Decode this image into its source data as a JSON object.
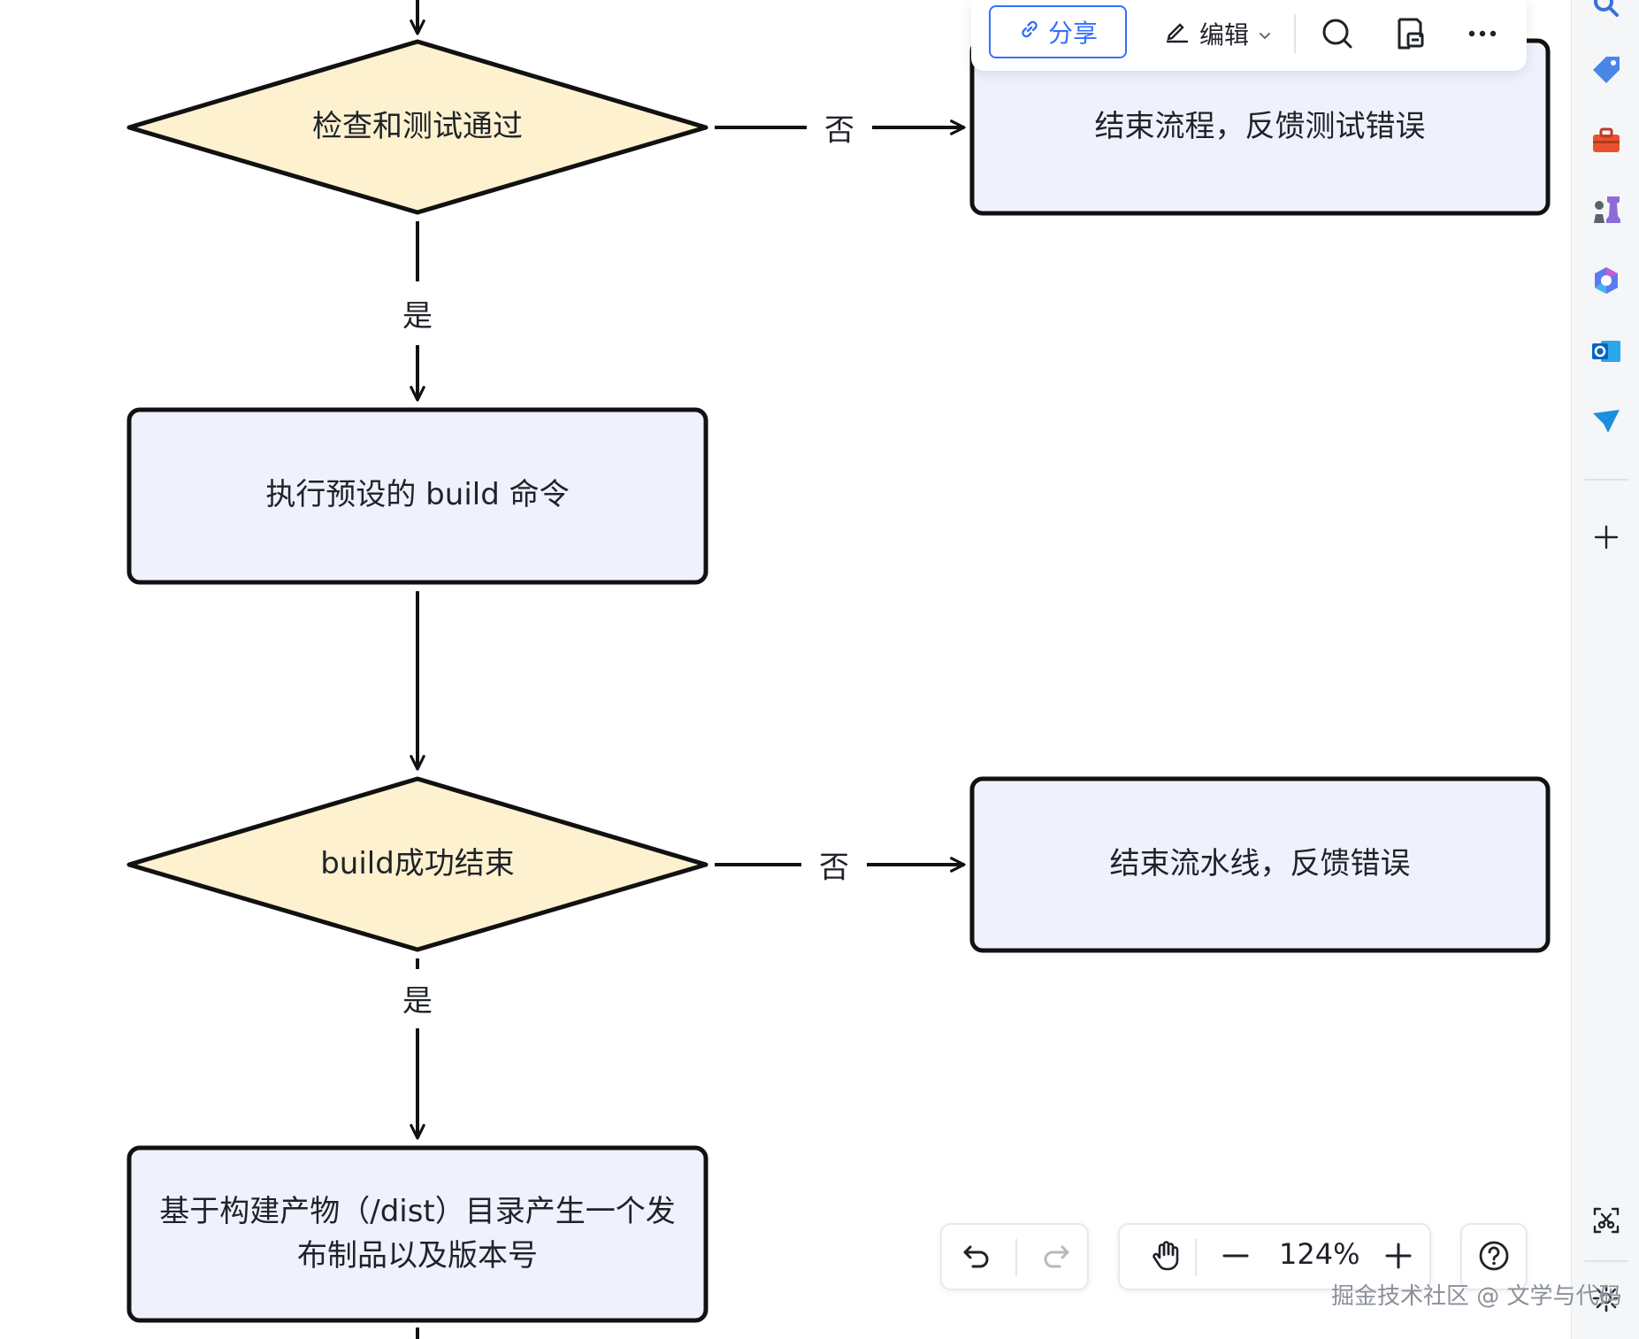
{
  "toolbar": {
    "share_label": "分享",
    "edit_label": "编辑"
  },
  "flow": {
    "decision_1": "检查和测试通过",
    "end_test_error": "结束流程，反馈测试错误",
    "label_no_1": "否",
    "label_yes_1": "是",
    "build_step": "执行预设的 build 命令",
    "decision_2": "build成功结束",
    "end_pipeline_error": "结束流水线，反馈错误",
    "label_no_2": "否",
    "label_yes_2": "是",
    "artifact_step": "基于构建产物（/dist）目录产生一个发布制品以及版本号"
  },
  "zoom": {
    "level": "124%"
  },
  "watermark": "掘金技术社区 @ 文学与代码",
  "colors": {
    "decision_fill": "#fdf1cf",
    "process_fill": "#eff2fc",
    "stroke": "#111111",
    "accent": "#3370ff"
  }
}
